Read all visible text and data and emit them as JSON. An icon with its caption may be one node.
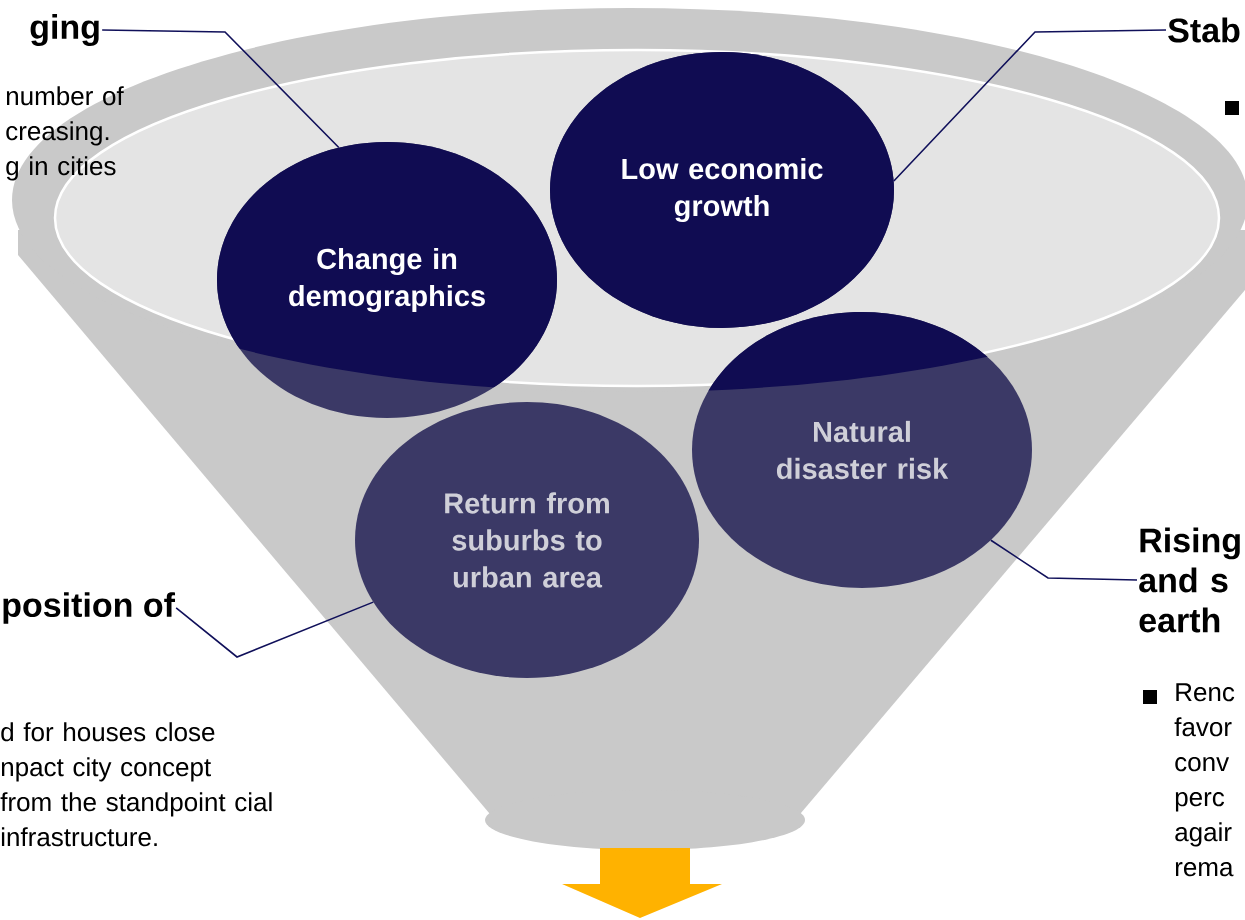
{
  "diagram": {
    "nodes": [
      {
        "text": [
          "ging"
        ]
      },
      {
        "text": [
          "Stab"
        ]
      },
      {
        "text": [
          "Change in demographics"
        ]
      },
      {
        "text": [
          "Low economic growth"
        ]
      },
      {
        "text": [
          "Natural disaster risk"
        ]
      },
      {
        "text": [
          "Return from suburbs to urban area"
        ]
      },
      {
        "text": [
          "Rising and s earth"
        ]
      },
      {
        "text": [
          "position of"
        ]
      }
    ],
    "edges": [
      {
        "from": 0,
        "to": 2,
        "arrow": "none"
      },
      {
        "from": 1,
        "to": 3,
        "arrow": "none"
      },
      {
        "from": 6,
        "to": 4,
        "arrow": "none"
      },
      {
        "from": 7,
        "to": 5,
        "arrow": "none"
      }
    ],
    "labels": [
      "number of creasing. g in cities",
      "d for houses close npact city concept from the standpoint cial infrastructure.",
      "Renc favor conv perc agair rema"
    ]
  }
}
